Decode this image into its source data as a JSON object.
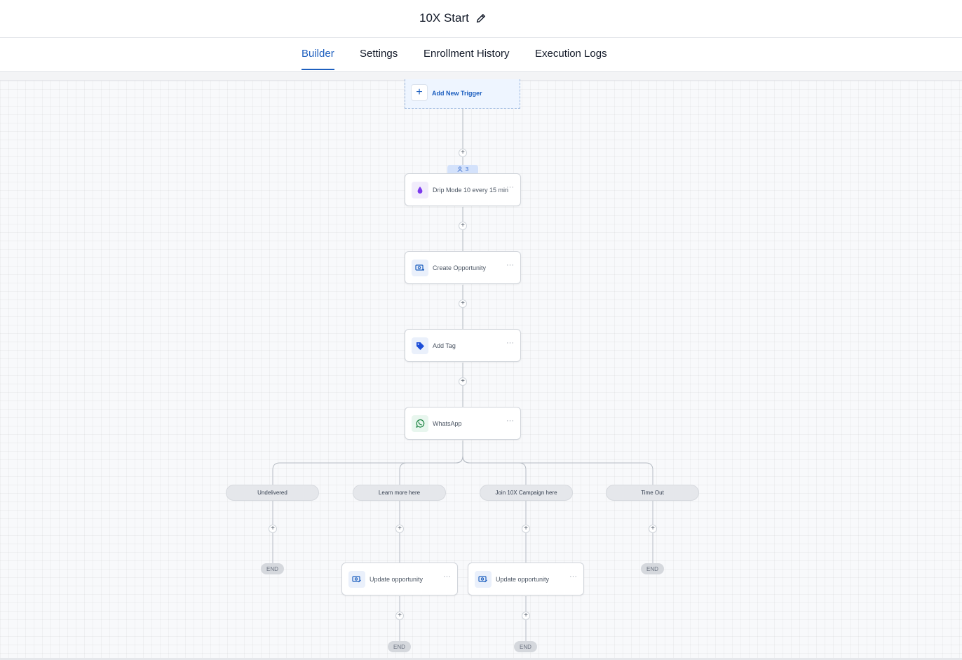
{
  "header": {
    "title": "10X Start",
    "edit_icon": "pencil-icon"
  },
  "tabs": [
    {
      "label": "Builder",
      "active": true
    },
    {
      "label": "Settings",
      "active": false
    },
    {
      "label": "Enrollment History",
      "active": false
    },
    {
      "label": "Execution Logs",
      "active": false
    }
  ],
  "trigger": {
    "label": "Add New Trigger",
    "icon": "plus-icon"
  },
  "enrollment_badge": {
    "count": "3",
    "icon": "user-icon"
  },
  "actions": [
    {
      "label": "Drip Mode 10 every 15 min",
      "icon": "drip-icon",
      "icon_color": "#7c3aed"
    },
    {
      "label": "Create Opportunity",
      "icon": "opportunity-icon",
      "icon_color": "#1d5fbf"
    },
    {
      "label": "Add Tag",
      "icon": "tag-icon",
      "icon_color": "#1d4ed8"
    },
    {
      "label": "WhatsApp",
      "icon": "whatsapp-icon",
      "icon_color": "#15803d"
    }
  ],
  "branches": [
    {
      "label": "Undelivered"
    },
    {
      "label": "Learn more here"
    },
    {
      "label": "Join 10X Campaign here"
    },
    {
      "label": "Time Out"
    }
  ],
  "branch_actions": [
    {
      "label": "Update opportunity",
      "icon": "opportunity-icon"
    },
    {
      "label": "Update opportunity",
      "icon": "opportunity-icon"
    }
  ],
  "end_label": "END",
  "menu_label": "···",
  "plus_label": "+",
  "colors": {
    "accent": "#1d5fbf",
    "canvas": "#f8f9fb"
  }
}
